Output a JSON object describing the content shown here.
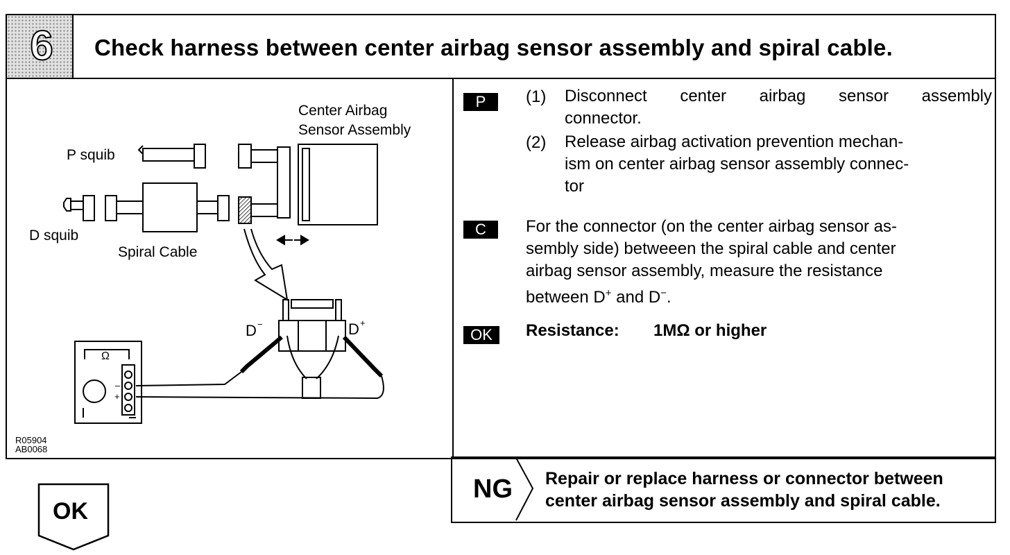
{
  "header": {
    "step_number": "6",
    "title": "Check harness between center airbag sensor assembly and spiral cable."
  },
  "diagram": {
    "label_center_airbag_line1": "Center Airbag",
    "label_center_airbag_line2": "Sensor Assembly",
    "label_p_squib": "P squib",
    "label_d_squib": "D squib",
    "label_spiral_cable": "Spiral Cable",
    "label_d_minus": "D",
    "label_d_plus": "D",
    "meter_symbol": "Ω",
    "meter_minus": "–",
    "meter_plus": "+",
    "code_line1": "R05904",
    "code_line2": "AB0068"
  },
  "instructions": {
    "p_tag": "P",
    "p_item1_num": "(1)",
    "p_item1_line1": "Disconnect center airbag sensor assembly",
    "p_item1_line2": "connector.",
    "p_item2_num": "(2)",
    "p_item2_line1": "Release airbag activation prevention mechan-",
    "p_item2_line2": "ism on center airbag sensor assembly connec-",
    "p_item2_line3": "tor",
    "c_tag": "C",
    "c_line1": "For the connector (on the center airbag sensor as-",
    "c_line2": "sembly side) betweeen the spiral cable and center",
    "c_line3": "airbag sensor assembly, measure the resistance",
    "c_line4_a": "between D",
    "c_line4_sup1": "+",
    "c_line4_b": " and D",
    "c_line4_sup2": "−",
    "c_line4_c": ".",
    "ok_tag": "OK",
    "ok_label": "Resistance:",
    "ok_value": "1MΩ or higher"
  },
  "ng": {
    "label": "NG",
    "line1": "Repair or replace harness or connector between",
    "line2": "center airbag sensor assembly and spiral cable."
  },
  "ok_result": {
    "label": "OK"
  }
}
